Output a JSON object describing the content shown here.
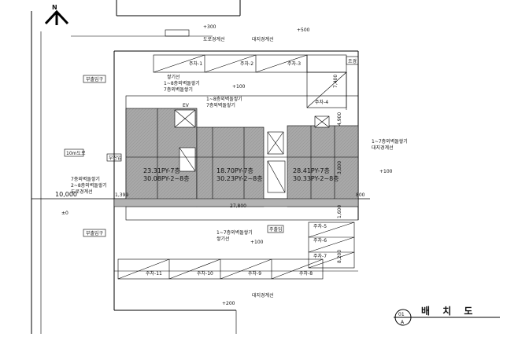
{
  "drawing": {
    "north_label": "N",
    "title": "배 치 도",
    "sheet_id": "01",
    "sheet_ref": "A",
    "levels": {
      "top_left": "+300",
      "top_right": "+500",
      "center": "+100",
      "right": "+100",
      "left": "±0",
      "bottom_mid": "+100",
      "bottom": "+200"
    },
    "road_labels": {
      "top_left": "도로경계선",
      "top_right": "대지경계선",
      "bottom": "대지경계선"
    },
    "side_labels": {
      "upper_left": "부출입구",
      "mid_left": "부진입",
      "vertical": "10m도로",
      "lower_left": "부출입구",
      "corner": "조경",
      "bottom_box": "주출입"
    },
    "notes": {
      "upper_left_1": "쌓기선",
      "upper_left_2": "1~8층외벽돌쌓기",
      "upper_left_3": "7층외벽돌쌓기",
      "center_1": "1~8층외벽돌쌓기",
      "center_2": "7층외벽돌쌓기",
      "right_1": "1~7층외벽돌쌓기",
      "right_2": "대지경계선",
      "left_1": "7층외벽돌쌓기",
      "left_2": "2~8층외벽돌쌓기",
      "left_3": "도로경계선",
      "bottom_1": "1~7층외벽돌쌓기",
      "bottom_2": "쌓기선"
    },
    "dimensions": {
      "left_total": "10,000",
      "left_small": "1,399",
      "right_small": "800",
      "width_total": "27,800",
      "depth_a": "7,400",
      "depth_b": "4,900",
      "depth_c": "3,800",
      "depth_d": "1,600",
      "depth_e": "8,200"
    },
    "units": [
      {
        "area": "23.31PY-7층",
        "alt": "30.08PY-2~8층"
      },
      {
        "area": "18.70PY-7층",
        "alt": "30.23PY-2~8층"
      },
      {
        "area": "28.41PY-7층",
        "alt": "30.33PY-2~8층"
      }
    ],
    "parking": {
      "top": [
        "주차-1",
        "주차-2",
        "주차-3"
      ],
      "right": [
        "주차-4"
      ],
      "bottom_right": [
        "주차-5",
        "주차-6",
        "주차-7"
      ],
      "bottom": [
        "주차-11",
        "주차-10",
        "주차-9",
        "주차-8"
      ]
    },
    "core_label": "EV"
  }
}
